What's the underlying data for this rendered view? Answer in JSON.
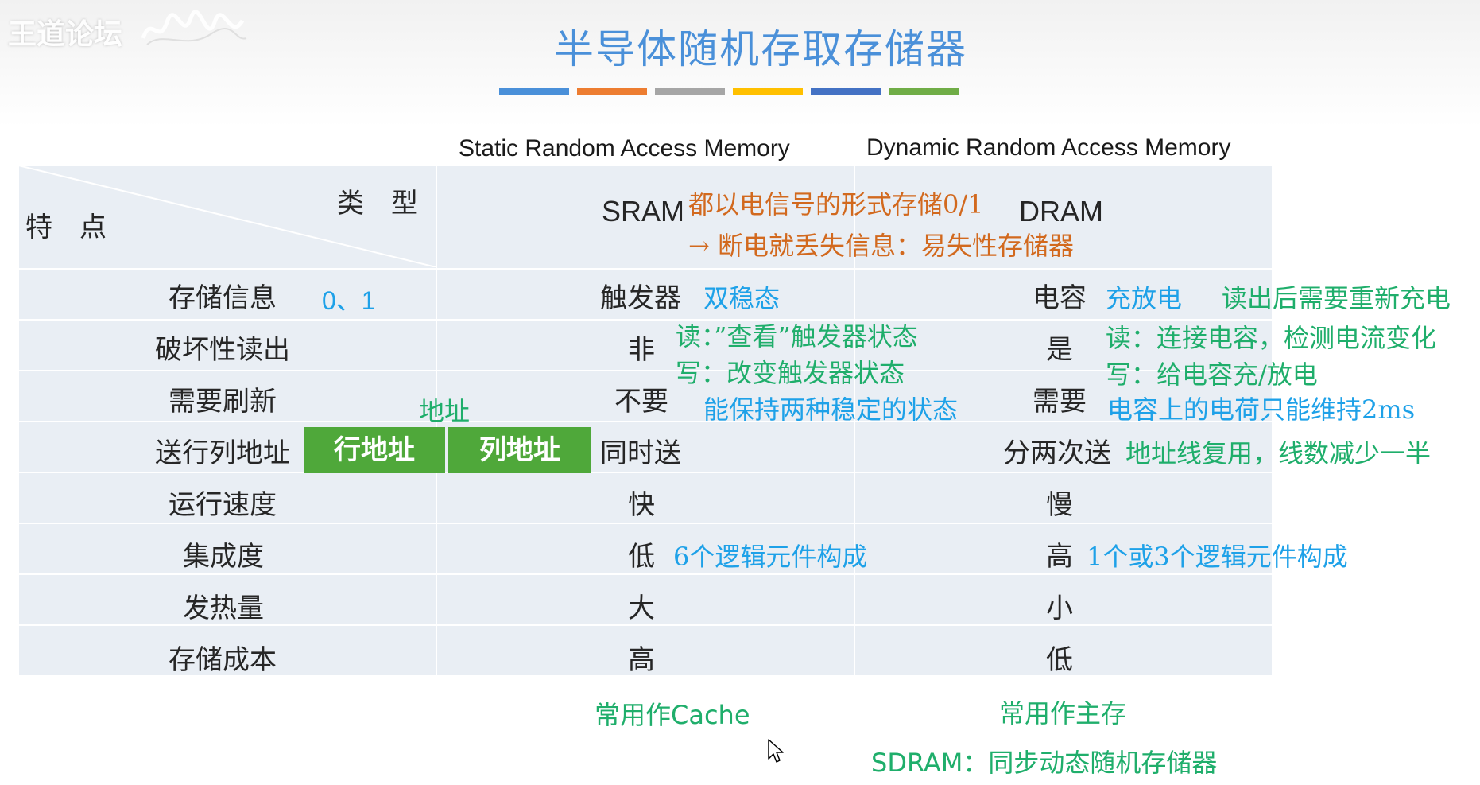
{
  "watermark": {
    "text": "王道论坛"
  },
  "title": "半导体随机存取存储器",
  "color_bar": [
    "#4a90d9",
    "#ed7d31",
    "#a6a6a6",
    "#ffc000",
    "#4472c4",
    "#70ad47"
  ],
  "headers": {
    "sram_full": "Static Random Access Memory",
    "dram_full": "Dynamic Random Access Memory",
    "diag_type": "类　型",
    "diag_feature": "特　点",
    "sram": "SRAM",
    "dram": "DRAM"
  },
  "rows": [
    {
      "label": "存储信息",
      "sram": "触发器",
      "dram": "电容"
    },
    {
      "label": "破坏性读出",
      "sram": "非",
      "dram": "是"
    },
    {
      "label": "需要刷新",
      "sram": "不要",
      "dram": "需要"
    },
    {
      "label": "送行列地址",
      "sram": "同时送",
      "dram": "分两次送"
    },
    {
      "label": "运行速度",
      "sram": "快",
      "dram": "慢"
    },
    {
      "label": "集成度",
      "sram": "低",
      "dram": "高"
    },
    {
      "label": "发热量",
      "sram": "大",
      "dram": "小"
    },
    {
      "label": "存储成本",
      "sram": "高",
      "dram": "低"
    }
  ],
  "annotations": {
    "volatile_1": "都以电信号的形式存储0/1",
    "volatile_2": "→ 断电就丢失信息：易失性存储器",
    "info_values": "0、1",
    "sram_bistable": "双稳态",
    "sram_read": "读：”查看”触发器状态",
    "sram_write": "写：改变触发器状态",
    "sram_stable": "能保持两种稳定的状态",
    "dram_charge": "充放电",
    "dram_recharge": "读出后需要重新充电",
    "dram_read": "读：连接电容，检测电流变化",
    "dram_write": "写：给电容充/放电",
    "dram_2ms": "电容上的电荷只能维持2ms",
    "address_label": "地址",
    "row_addr": "行地址",
    "col_addr": "列地址",
    "dram_addr_mux": "地址线复用，线数减少一半",
    "sram_gates": "6个逻辑元件构成",
    "dram_gates": "1个或3个逻辑元件构成",
    "sram_use": "常用作Cache",
    "dram_use": "常用作主存",
    "sdram": "SDRAM：同步动态随机存储器"
  }
}
